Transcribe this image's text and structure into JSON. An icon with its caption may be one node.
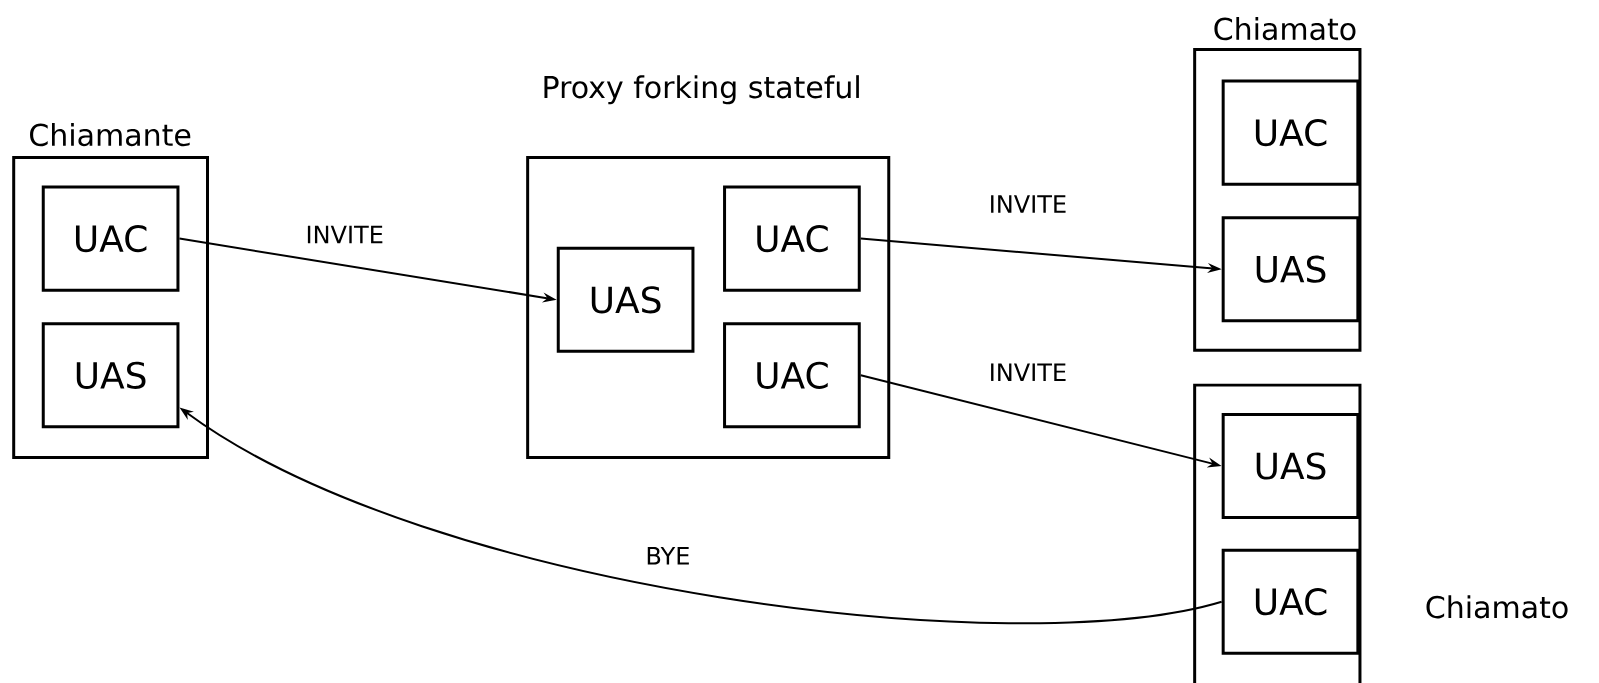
{
  "diagram": {
    "nodes": [
      {
        "text": [
          "Chiamante"
        ]
      },
      {
        "text": [
          "UAC"
        ],
        "in": 0
      },
      {
        "text": [
          "UAS"
        ],
        "in": 0
      },
      {
        "text": [
          "Proxy forking stateful"
        ]
      },
      {
        "text": [
          "UAS"
        ],
        "in": 3
      },
      {
        "text": [
          "UAC"
        ],
        "in": 3
      },
      {
        "text": [
          "UAC"
        ],
        "in": 3
      },
      {
        "text": [
          "Chiamato"
        ]
      },
      {
        "text": [
          "UAC"
        ],
        "in": 7
      },
      {
        "text": [
          "UAS"
        ],
        "in": 7
      },
      {
        "text": [
          "Chiamato"
        ]
      },
      {
        "text": [
          "UAS"
        ],
        "in": 10
      },
      {
        "text": [
          "UAC"
        ],
        "in": 10
      }
    ],
    "edges": [
      {
        "from": 1,
        "to": 4,
        "arrow": "to",
        "label": "INVITE"
      },
      {
        "from": 5,
        "to": 9,
        "arrow": "to",
        "label": "INVITE"
      },
      {
        "from": 6,
        "to": 11,
        "arrow": "to",
        "label": "INVITE"
      },
      {
        "from": 12,
        "to": 2,
        "arrow": "to",
        "label": "BYE"
      }
    ]
  }
}
